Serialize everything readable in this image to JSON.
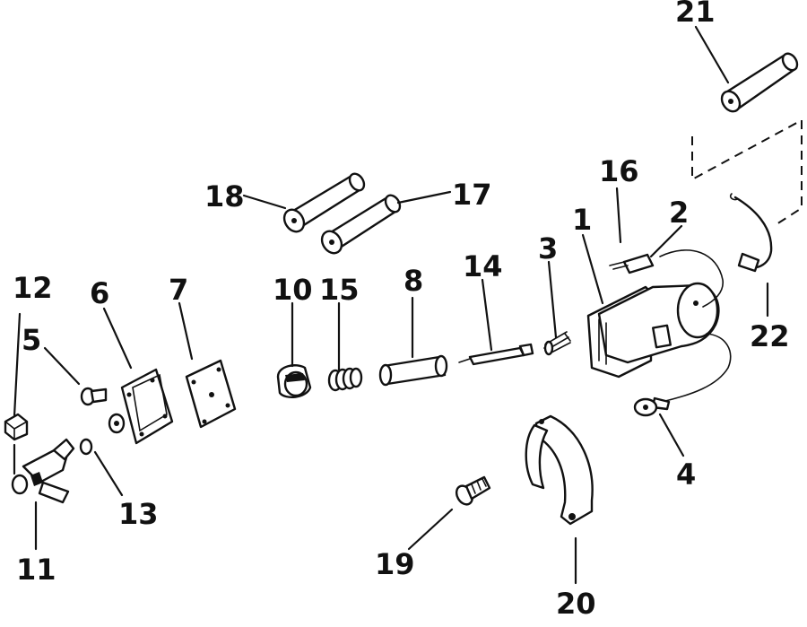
{
  "callouts": {
    "n1": "1",
    "n2": "2",
    "n3": "3",
    "n4": "4",
    "n5": "5",
    "n6": "6",
    "n7": "7",
    "n8": "8",
    "n10": "10",
    "n11": "11",
    "n12": "12",
    "n13": "13",
    "n14": "14",
    "n15": "15",
    "n16": "16",
    "n17": "17",
    "n18": "18",
    "n19": "19",
    "n20": "20",
    "n21": "21",
    "n22": "22"
  },
  "colors": {
    "ink": "#111111",
    "paper": "#ffffff"
  },
  "parts": [
    "solenoid",
    "wire-terminal",
    "spring",
    "ring-terminal-lead",
    "screw",
    "cover",
    "gasket",
    "plunger",
    "cap",
    "fitting",
    "cap-nut",
    "o-ring",
    "pin",
    "small-spring",
    "nipple",
    "sleeve",
    "sleeve",
    "screw",
    "clamp",
    "sleeve",
    "wire-clip"
  ]
}
